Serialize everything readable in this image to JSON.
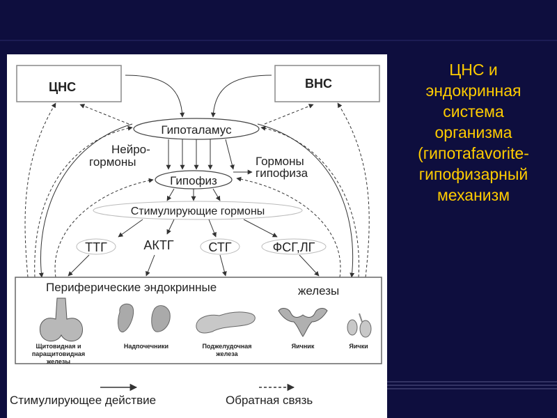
{
  "side_title": {
    "lines": [
      "ЦНС и",
      "эндокринная",
      "система",
      "организма",
      "(гипотаfavorite-",
      "гипофизарный",
      "механизм"
    ]
  },
  "diagram": {
    "cns": "ЦНС",
    "ans": "ВНС",
    "hypothalamus": "Гипоталамус",
    "neuro_line1": "Нейро-",
    "neuro_line2": "гормоны",
    "pit_hormones_line1": "Гормоны",
    "pit_hormones_line2": "гипофиза",
    "pituitary": "Гипофиз",
    "stim_hormones": "Стимулирующие гормоны",
    "ttg": "ТТГ",
    "aktg": "АКТГ",
    "stg": "СТГ",
    "fsg_lg": "ФСГ,ЛГ",
    "peripheral_part1": "Периферические эндокринные",
    "peripheral_part2": "железы",
    "glands": {
      "thyroid_line1": "Щитовидная и",
      "thyroid_line2": "паращитовидная",
      "thyroid_line3": "железы",
      "adrenal": "Надпочечники",
      "pancreas_line1": "Поджелудочная",
      "pancreas_line2": "железа",
      "ovary": "Яичник",
      "testes": "Яички"
    },
    "legend_stim": "Стимулирующее действие",
    "legend_feedback": "Обратная связь"
  },
  "colors": {
    "background": "#0e0e3e",
    "title": "#ffcc00",
    "panel": "#ffffff"
  }
}
